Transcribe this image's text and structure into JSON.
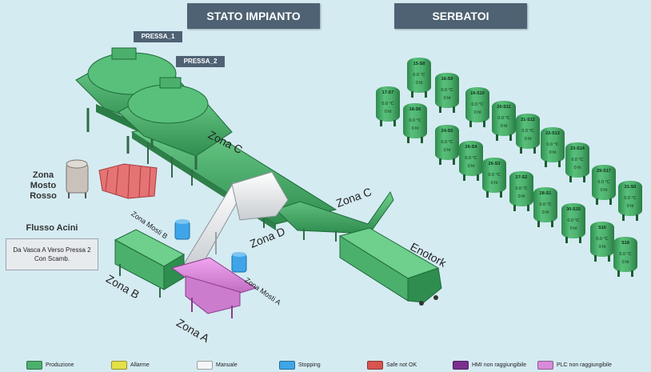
{
  "headers": {
    "stato": "STATO IMPIANTO",
    "serbatoi": "SERBATOI"
  },
  "presses": {
    "p1": "PRESSA_1",
    "p2": "PRESSA_2"
  },
  "zones": {
    "c_top": "Zona C",
    "c_right": "Zona C",
    "d": "Zona D",
    "b": "Zona B",
    "a": "Zona A",
    "enotork": "Enotork",
    "mosti_b": "Zona Mosti B",
    "mosti_a": "Zona Mosti A"
  },
  "zona_mosto_rosso": "Zona Mosto\nRosso",
  "flusso_acini": {
    "title": "Flusso Acini",
    "text": "Da Vasca A Verso Pressa 2 Con Scamb."
  },
  "tanks": [
    {
      "name": "15-S8",
      "temp": "0.0 °C",
      "vol": "0 hl"
    },
    {
      "name": "17-S7",
      "temp": "0.0 °C",
      "vol": "0 hl"
    },
    {
      "name": "16-S9",
      "temp": "0.0 °C",
      "vol": "0 hl"
    },
    {
      "name": "18-S6",
      "temp": "0.0 °C",
      "vol": "0 hl"
    },
    {
      "name": "19-S10",
      "temp": "0.0 °C",
      "vol": "0 hl"
    },
    {
      "name": "20-S11",
      "temp": "0.0 °C",
      "vol": "0 hl"
    },
    {
      "name": "24-S5",
      "temp": "0.0 °C",
      "vol": "0 hl"
    },
    {
      "name": "21-S12",
      "temp": "0.0 °C",
      "vol": "0 hl"
    },
    {
      "name": "22-S13",
      "temp": "0.0 °C",
      "vol": "0 hl"
    },
    {
      "name": "26-S4",
      "temp": "0.0 °C",
      "vol": "0 hl"
    },
    {
      "name": "23-S14",
      "temp": "0.0 °C",
      "vol": "0 hl"
    },
    {
      "name": "26-S3",
      "temp": "0.0 °C",
      "vol": "0 hl"
    },
    {
      "name": "27-S2",
      "temp": "0.0 °C",
      "vol": "0 hl"
    },
    {
      "name": "29-S17",
      "temp": "0.0 °C",
      "vol": "0 hl"
    },
    {
      "name": "28-S1",
      "temp": "0.0 °C",
      "vol": "0 hl"
    },
    {
      "name": "31-S0",
      "temp": "0.0 °C",
      "vol": "0 hl"
    },
    {
      "name": "30-S15",
      "temp": "0.0 °C",
      "vol": "0 hl"
    },
    {
      "name": "S16",
      "temp": "0.0 °C",
      "vol": "0 hl"
    },
    {
      "name": "S18",
      "temp": "0.0 °C",
      "vol": "0 hl"
    }
  ],
  "legend": [
    {
      "label": "Produzione",
      "color": "#4cb06d"
    },
    {
      "label": "Allarme",
      "color": "#e5e046"
    },
    {
      "label": "Manuale",
      "color": "#f4f6f7"
    },
    {
      "label": "Stopping",
      "color": "#3fa5e8"
    },
    {
      "label": "Safe not OK",
      "color": "#d9534f"
    },
    {
      "label": "HMI non raggiungibile",
      "color": "#7a2f8f"
    },
    {
      "label": "PLC non raggiungibile",
      "color": "#d98ad9"
    }
  ],
  "colors": {
    "produzione": "#4cb06d",
    "manuale": "#f4f6f7",
    "stopping": "#3fa5e8",
    "safe_not_ok": "#d9534f",
    "plc": "#d98ad9"
  }
}
